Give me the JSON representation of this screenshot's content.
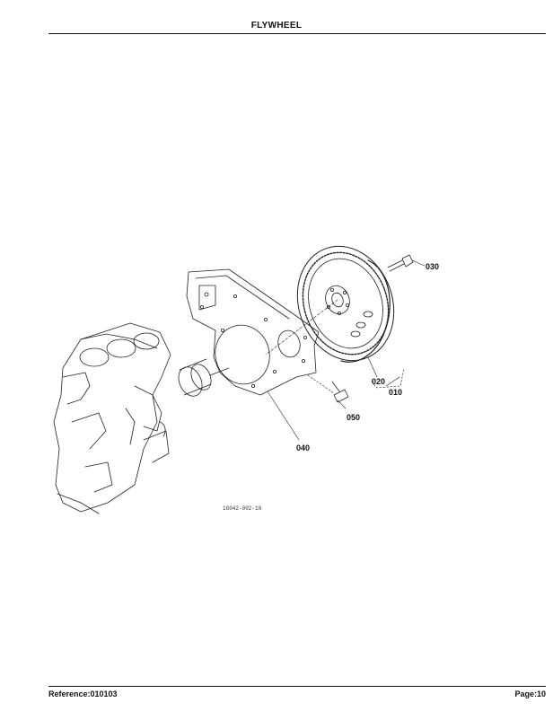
{
  "header": {
    "title": "FLYWHEEL"
  },
  "diagram": {
    "figure_id": "1G042-002-10",
    "callouts": [
      "030",
      "020",
      "010",
      "050",
      "040"
    ]
  },
  "footer": {
    "reference": "Reference:010103",
    "page": "Page:10"
  }
}
